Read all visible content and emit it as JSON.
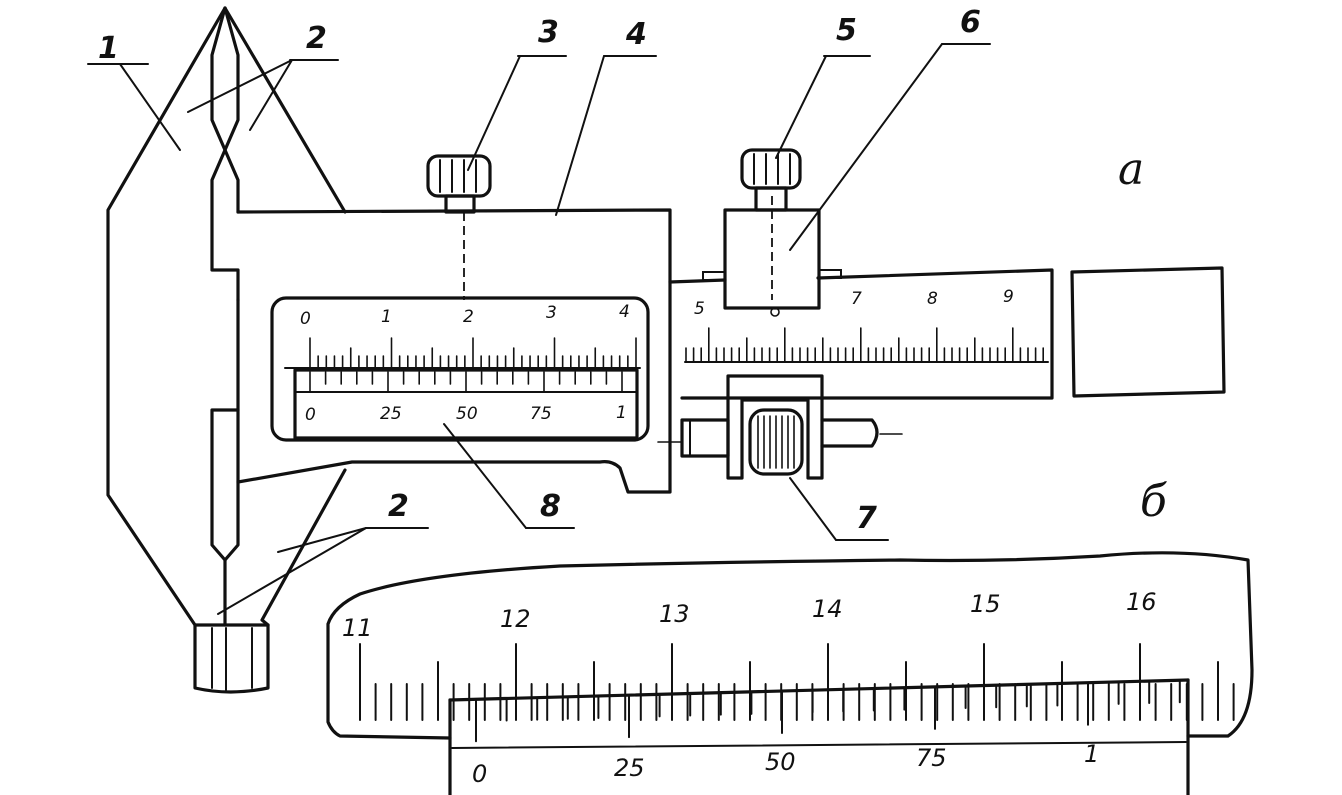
{
  "figure": {
    "view_letters": {
      "a": "а",
      "b": "б"
    },
    "callouts": [
      {
        "id": "1",
        "text": "1"
      },
      {
        "id": "2a",
        "text": "2"
      },
      {
        "id": "2b",
        "text": "2"
      },
      {
        "id": "3",
        "text": "3"
      },
      {
        "id": "4",
        "text": "4"
      },
      {
        "id": "5",
        "text": "5"
      },
      {
        "id": "6",
        "text": "6"
      },
      {
        "id": "7",
        "text": "7"
      },
      {
        "id": "8",
        "text": "8"
      }
    ],
    "window_scale_labels": [
      "0",
      "1",
      "2",
      "3",
      "4"
    ],
    "window_vernier_labels": [
      "0",
      "25",
      "50",
      "75",
      "1"
    ],
    "bar_scale_labels": [
      "5",
      "7",
      "8",
      "9"
    ],
    "detail_scale_labels": [
      "11",
      "12",
      "13",
      "14",
      "15",
      "16"
    ],
    "detail_vernier_labels": [
      "0",
      "25",
      "50",
      "75",
      "1"
    ]
  }
}
